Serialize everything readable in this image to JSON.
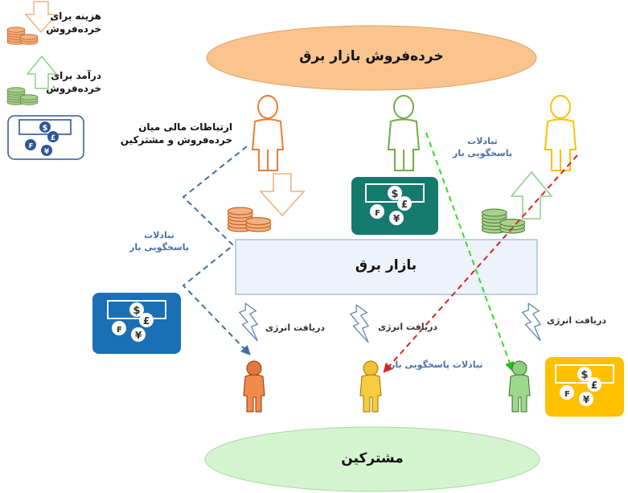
{
  "legend": {
    "cost_label": "هزینه برای خرده‌فروش",
    "income_label": "درآمد برای خرده‌فروش",
    "financial_label": "ارتباطات مالی میان خرده‌فروش و مشترکین"
  },
  "retailer_market": "خرده‌فروش بازار برق",
  "power_market": "بازار برق",
  "subscribers": "مشترکین",
  "demand_response_left": "تبادلات پاسخگویی بار",
  "demand_response_right": "تبادلات پاسخگویی بار",
  "demand_response_bottom": "تبادلات پاسخگویی بار",
  "energy_receive_1": "دریافت انرژی",
  "energy_receive_2": "دریافت انرژی",
  "energy_receive_3": "دریافت انرژی",
  "colors": {
    "top_ellipse": "#f9c48d",
    "bottom_ellipse": "#d4f4d0",
    "market_box": "#eef3fb",
    "market_border": "#9fb7d9",
    "orange": "#ed7d31",
    "green": "#70ad47",
    "yellow": "#ffc000",
    "blue_dash": "#41719c",
    "teal_card": "#147a6e",
    "blue_card": "#1a6fb5",
    "yellow_card": "#ffc000",
    "green_dash": "#33dd22",
    "red_dash": "#dd2222"
  }
}
